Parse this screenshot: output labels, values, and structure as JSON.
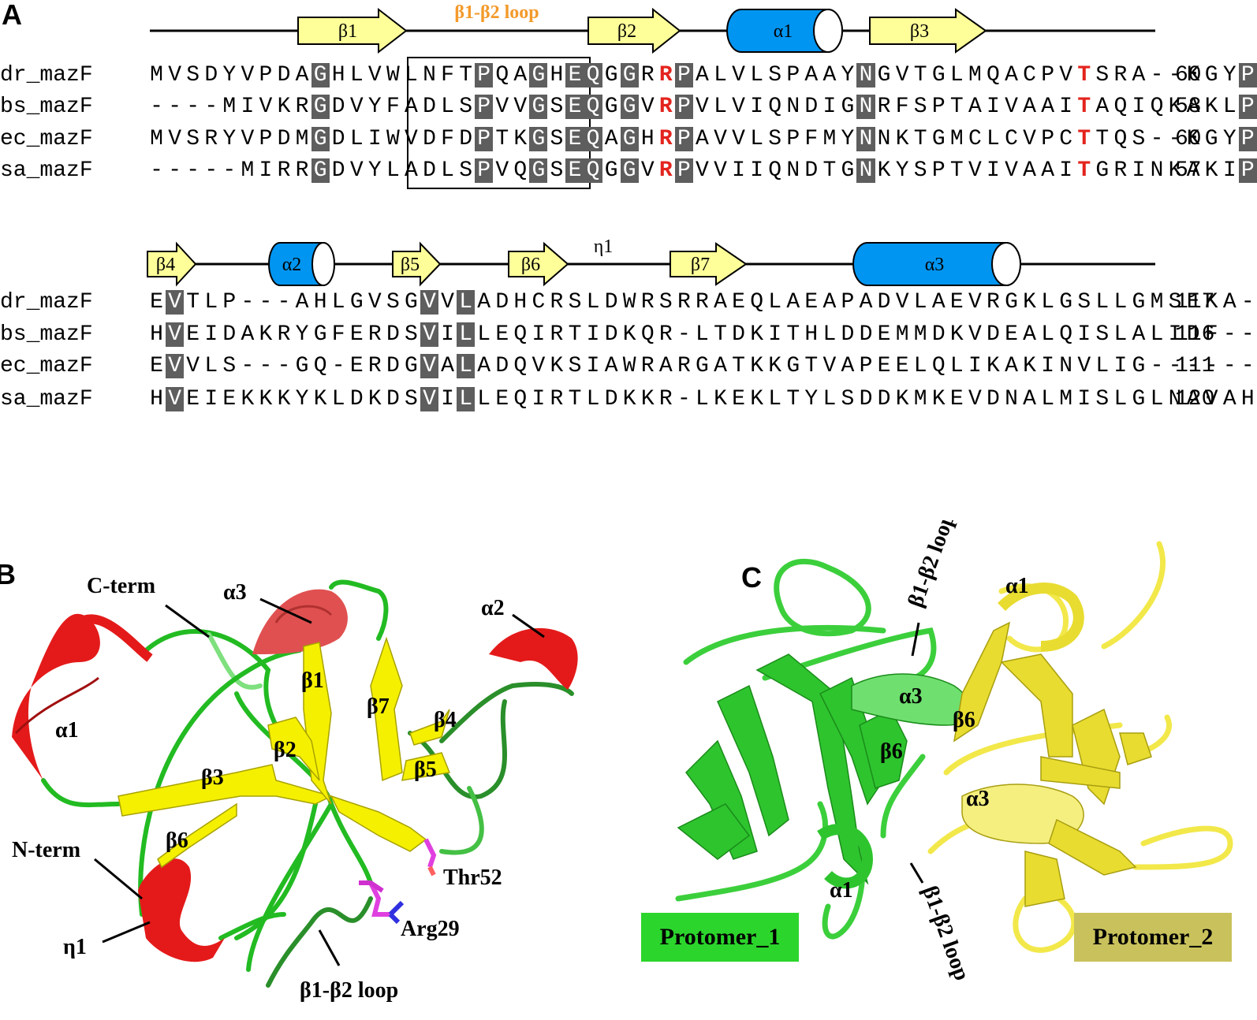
{
  "panels": {
    "a": "A",
    "b": "B",
    "c": "C"
  },
  "panel_a": {
    "loop_title": "β1-β2 loop",
    "top_ss": [
      {
        "type": "strand",
        "label": "β1"
      },
      {
        "type": "strand",
        "label": "β2"
      },
      {
        "type": "helix",
        "label": "α1"
      },
      {
        "type": "strand",
        "label": "β3"
      }
    ],
    "bottom_ss": [
      {
        "type": "strand",
        "label": "β4"
      },
      {
        "type": "helix",
        "label": "α2"
      },
      {
        "type": "strand",
        "label": "β5"
      },
      {
        "type": "strand",
        "label": "β6"
      },
      {
        "type": "text",
        "label": "η1"
      },
      {
        "type": "strand",
        "label": "β7"
      },
      {
        "type": "helix",
        "label": "α3"
      }
    ],
    "block1": [
      {
        "name": "dr_mazF",
        "seq": "MVSDYVPDAGHLVWLNFTPQAGHEQGGRRPALVLSPAAYNGVTGLMQACPVTSRA--KGYPF",
        "count": "60"
      },
      {
        "name": "bs_mazF",
        "seq": "----MIVKRGDVYFADLSPVVGSEQGGVRPVLVIQNDIGNRFSPTAIVAAITAQIQKAKLPT",
        "count": "58"
      },
      {
        "name": "ec_mazF",
        "seq": "MVSRYVPDMGDLIWVDFDPTKGSEQAGHRPAVVLSPFMYNNKTGMCLCVPCTTQS--KGYPF",
        "count": "60"
      },
      {
        "name": "sa_mazF",
        "seq": "-----MIRRGDVYLADLSPVQGSEQGGVRPVVIIQNDTGNKYSPTVIVAAITGRINKAKIPT",
        "count": "57"
      }
    ],
    "block2": [
      {
        "name": "dr_mazF",
        "seq": "EVTLP---AHLGVSGVVLADHCRSLDWRSRRAEQLAEAPADVLAEVRGKLGSLLGMSEKA--",
        "count": "117"
      },
      {
        "name": "bs_mazF",
        "seq": "HVEIDAKRYGFERDSVILLEQIRTIDKQR-LTDKITHLDDEMMDKVDEALQISLALIDF---",
        "count": "116"
      },
      {
        "name": "ec_mazF",
        "seq": "EVVLS---GQ-ERDGVALADQVKSIAWRARGATKKGTVAPEELQLIKAKINVLIG-------",
        "count": "111"
      },
      {
        "name": "sa_mazF",
        "seq": "HVEIEKKKYKLDKDSVILLEQIRTLDKKR-LKEKLTYLSDDKMKEVDNALMISLGLNAVAHQ",
        "count": "120"
      }
    ],
    "block1_hl_cols": [
      9,
      18,
      21,
      23,
      24,
      26,
      29,
      39,
      60
    ],
    "block1_red_cols": [
      28,
      51
    ],
    "block2_hl_cols": [
      1,
      15,
      17
    ],
    "colors": {
      "strand": "#ffff99",
      "helix": "#0095f0",
      "hl": "#5e5e5e",
      "red": "#e3241d",
      "loop_title": "#f39a2b"
    }
  },
  "panel_b": {
    "labels": {
      "cterm": "C-term",
      "a3": "α3",
      "a2": "α2",
      "a1": "α1",
      "b1": "β1",
      "b7": "β7",
      "b4": "β4",
      "b2": "β2",
      "b5": "β5",
      "b3": "β3",
      "b6": "β6",
      "nterm": "N-term",
      "eta1": "η1",
      "thr52": "Thr52",
      "arg29": "Arg29",
      "loop": "β1-β2 loop"
    }
  },
  "panel_c": {
    "labels": {
      "loop_top": "β1-β2 loop",
      "a1_top": "α1",
      "a3_left": "α3",
      "b6_right": "β6",
      "b6_left": "β6",
      "a3_right": "α3",
      "a1_bottom": "α1",
      "loop_bottom": "β1-β2 loop"
    },
    "protomer1": "Protomer_1",
    "protomer2": "Protomer_2",
    "colors": {
      "protomer1": "#2cd52c",
      "protomer2": "#c9c25c",
      "green_cartoon": "#3ccf3c",
      "yellow_cartoon": "#f2e84a"
    }
  }
}
